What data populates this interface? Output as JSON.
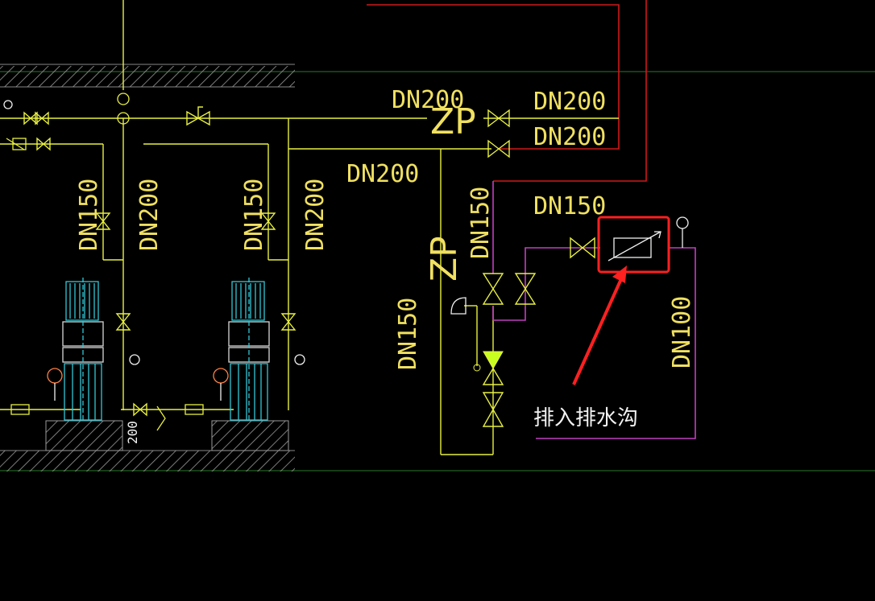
{
  "labels": {
    "dn200_top_mid": "DN200",
    "dn200_right_1": "DN200",
    "dn200_right_2": "DN200",
    "dn200_center": "DN200",
    "dn150_right": "DN150",
    "dn150_pump1": "DN150",
    "dn200_pump1": "DN200",
    "dn150_pump2": "DN150",
    "dn200_pump2": "DN200",
    "dn150_vertical": "DN150",
    "dn150_lower": "DN150",
    "dn100": "DN100",
    "zp_horizontal": "ZP",
    "zp_vertical": "ZP",
    "drain_note": "排入排水沟",
    "dim_200": "200"
  },
  "colors": {
    "background": "#000000",
    "pipe_yellow": "#e8f040",
    "pipe_magenta": "#c040c0",
    "pipe_red": "#d01818",
    "highlight_red": "#ff2020",
    "pump_cyan": "#30c8d8",
    "floor_hatch": "#a0a0a0",
    "guide_green": "#2a7a2a"
  },
  "icons": [
    "gate-valve-icon",
    "check-valve-icon",
    "pressure-gauge-icon",
    "pump-icon",
    "relief-valve-icon",
    "annotation-arrow-icon"
  ]
}
